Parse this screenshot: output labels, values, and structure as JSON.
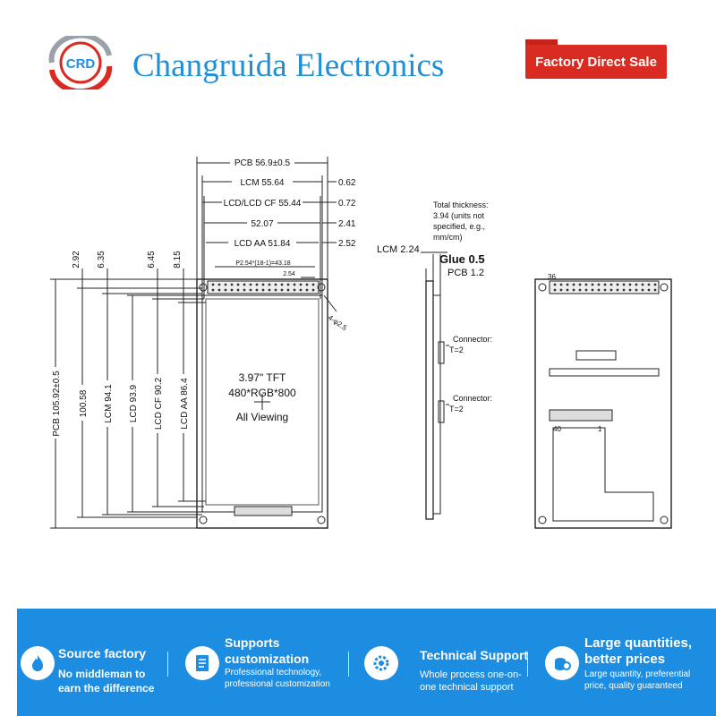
{
  "header": {
    "logo_text": "CRD",
    "company_name": "Changruida Electronics",
    "badge": "Factory Direct Sale"
  },
  "front_view": {
    "dim_pcb_width": "PCB 56.9±0.5",
    "dim_lcm_width": "LCM 55.64",
    "dim_lcd_cf_width": "LCD/LCD CF 55.44",
    "dim_inner": "52.07",
    "dim_lcd_aa_width": "LCD AA 51.84",
    "dim_pin_pitch": "P2.54*(18-1)=43.18",
    "dim_pin_spacing": "2.54",
    "right_offsets": [
      "0.62",
      "0.72",
      "2.41",
      "2.52"
    ],
    "hole_label": "4-φ2.5",
    "top_offsets": [
      "2.92",
      "6.35",
      "6.45",
      "8.15"
    ],
    "dim_pcb_height": "PCB 105.92±0.5",
    "dim_height_2": "100.58",
    "dim_lcm_height": "LCM 94.1",
    "dim_lcd_height": "LCD 93.9",
    "dim_lcd_cf_height": "LCD CF 90.2",
    "dim_lcd_aa_height": "LCD AA 86.4",
    "display_size": "3.97\" TFT",
    "resolution": "480*RGB*800",
    "viewing": "All Viewing"
  },
  "side_view": {
    "total_thickness": [
      "Total thickness:",
      "3.94 (units not",
      "specified, e.g.,",
      "mm/cm)"
    ],
    "lcm_thickness": "LCM 2.24",
    "glue": "Glue 0.5",
    "pcb": "PCB 1.2",
    "connector_1": [
      "Connector:",
      "T=2"
    ],
    "connector_2": [
      "Connector:",
      "T=2"
    ]
  },
  "back_view": {
    "pin_36": "36",
    "pin_40": "40",
    "pin_1": "1"
  },
  "features": [
    {
      "icon": "flame-icon",
      "title": "Source factory",
      "desc": [
        "No middleman to",
        "earn the difference"
      ]
    },
    {
      "icon": "document-icon",
      "title": [
        "Supports",
        "customization"
      ],
      "desc": [
        "Professional technology,",
        "professional customization"
      ]
    },
    {
      "icon": "gear-icon",
      "title": "Technical Support",
      "desc": [
        "Whole process one-on-",
        "one technical support"
      ]
    },
    {
      "icon": "coins-icon",
      "title": [
        "Large quantities,",
        "better prices"
      ],
      "desc": [
        "Large quantity, preferential",
        "price, quality guaranteed"
      ]
    }
  ],
  "colors": {
    "brand_blue": "#1f8fd6",
    "banner_blue": "#1c8de0",
    "badge_red": "#d92b22"
  }
}
